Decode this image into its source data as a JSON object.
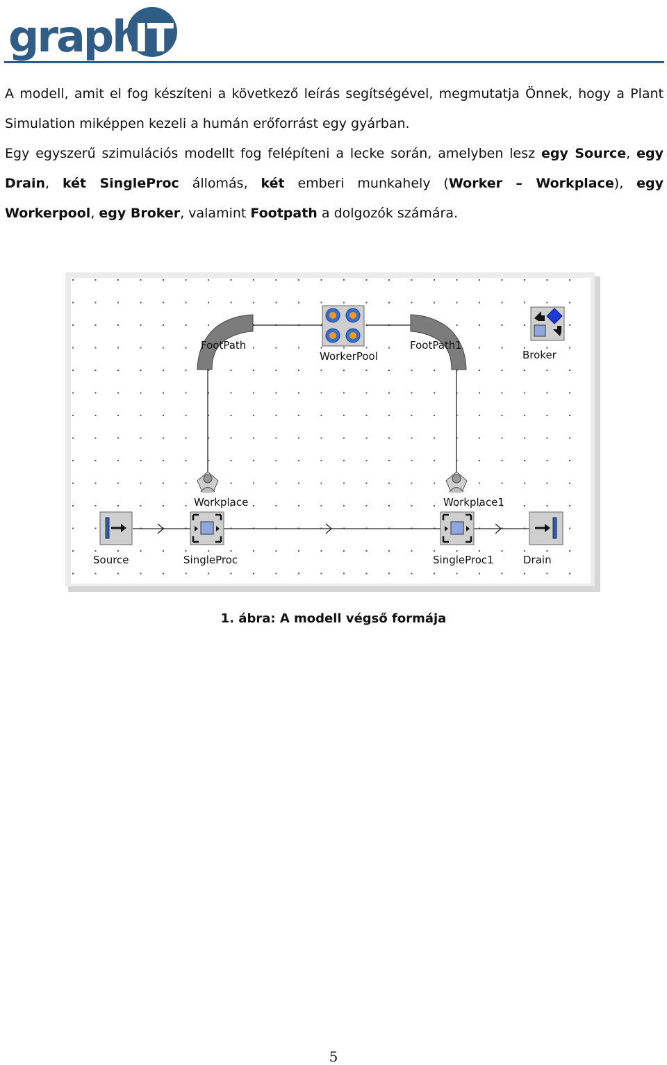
{
  "header": {
    "logo_text_left": "graph",
    "logo_text_right": "IT",
    "brand_color": "#2f5d86"
  },
  "intro": {
    "text": "A modell, amit el fog készíteni a következő leírás segítségével, megmutatja Önnek, hogy a Plant Simulation miképpen kezeli a humán erőforrást egy gyárban."
  },
  "description": {
    "t1": "Egy egyszerű szimulációs modellt fog felépíteni a lecke során, amelyben lesz ",
    "b1": "egy Source",
    "t2": ", ",
    "b2": "egy Drain",
    "t3": ", ",
    "b3": "két SingleProc",
    "t4": " állomás, ",
    "b4": "két",
    "t5": " emberi munkahely (",
    "b5": "Worker – Workplace",
    "t6": "), ",
    "b6": "egy Workerpool",
    "t7": ", ",
    "b7": "egy Broker",
    "t8": ", valamint ",
    "b8": "Footpath",
    "t9": " a dolgozók számára."
  },
  "figure": {
    "labels": {
      "footpath": "FootPath",
      "workerpool": "WorkerPool",
      "footpath1": "FootPath1",
      "broker": "Broker",
      "workplace": "Workplace",
      "workplace1": "Workplace1",
      "source": "Source",
      "singleproc": "SingleProc",
      "singleproc1": "SingleProc1",
      "drain": "Drain"
    },
    "caption": "1. ábra: A modell végső formája"
  },
  "footer": {
    "page_number": "5"
  }
}
